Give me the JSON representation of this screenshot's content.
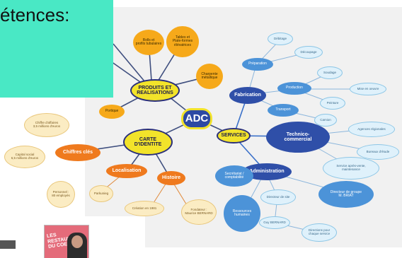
{
  "slide_title": "étences:",
  "center": "ADC",
  "branches": {
    "produits": "PRODUITS ET\nREALISATIONS",
    "carte": "CARTE\nD'IDENTITE",
    "services": "SERVICES"
  },
  "produits_children": {
    "rolls": "Rolls et\nprofils tubulaires",
    "tables": "Tables et\nPlate-formes\nélévatrices",
    "charpente": "Charpente\nmétallique",
    "portique": "Portique"
  },
  "carte_children": {
    "chiffres": "Chiffres clés",
    "localisation": "Localisation",
    "histoire": "Histoire"
  },
  "chiffres_details": {
    "ca": "Chiffre d'affaires\n3,5 millions d'euros",
    "capital": "Capital social\n6,5 millions d'euros",
    "personnel": "Personnel :\n80 employés"
  },
  "localisation_details": {
    "parking": "Parkunieg"
  },
  "histoire_details": {
    "creation": "Création en 1981",
    "fondateur": "Fondateur :\nMaurice BERNARD"
  },
  "services_children": {
    "fabrication": "Fabrication",
    "technico": "Technico-\ncommercial",
    "administration": "Administration"
  },
  "fabrication_details": {
    "preparation": "Préparation",
    "debitage": "Débitage",
    "decoupage": "Découpage",
    "production": "Production",
    "soudage": "Soudage",
    "mise_en_oeuvre": "Mise en oeuvre",
    "peinture": "Peinture",
    "transport": "Transport",
    "camion": "Camion"
  },
  "technico_details": {
    "agences": "Agences régionales",
    "bureaux": "Bureaux d'étude",
    "sav": "Service après-vente,\nmaintenance"
  },
  "admin_details": {
    "secretariat": "Secrétariat /\ncomptabilité",
    "rh": "Ressources\nhumaines",
    "directeur_site": "Directeur de site",
    "directeur_groupe": "Directeur de groupe\nM. BRIAT",
    "bernard": "Guy BERNARD",
    "directions": "Directions pour\nchaque service"
  },
  "photo_caption": "LES RESTAURANTS\nDU COEUR",
  "colors": {
    "background": "#f1f1f1",
    "title_box": "#49e8c5",
    "yellow": "#f2e32a",
    "orange": "#ef7a1e",
    "navy": "#2f4fa8",
    "blue": "#4c93d8"
  }
}
